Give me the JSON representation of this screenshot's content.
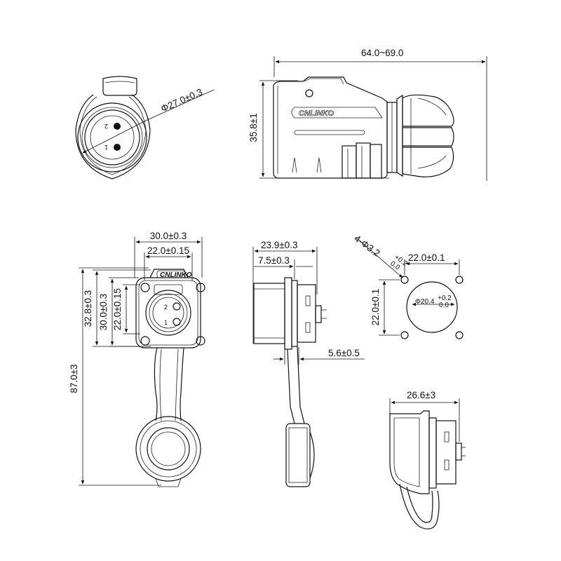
{
  "brand": {
    "logo_text": "CNLINKO"
  },
  "pins": {
    "pin1": "1",
    "pin2": "2"
  },
  "plug_front": {
    "diameter": "Φ27.0±0.3"
  },
  "plug_side": {
    "length": "64.0~69.0",
    "height": "35.8±1"
  },
  "receptacle_front": {
    "width_outer": "30.0±0.3",
    "width_hole": "22.0±0.15",
    "height_outer": "32.8±0.3",
    "height_mid": "30.0±0.3",
    "height_hole": "22.0±0.15",
    "total_height": "87.0±3"
  },
  "receptacle_side": {
    "depth": "23.9±0.3",
    "flange": "7.5±0.3",
    "thickness": "5.6±0.5"
  },
  "panel_cutout": {
    "holes_prefix": "4-Φ3.2",
    "holes_tol_upper": "+0.2",
    "holes_tol_lower": "0.0",
    "width": "22.0±0.1",
    "height": "22.0±0.1",
    "center_prefix": "Φ20.4",
    "center_tol_upper": "+0.2",
    "center_tol_lower": "0.0"
  },
  "cap_side": {
    "width": "26.6±3"
  }
}
